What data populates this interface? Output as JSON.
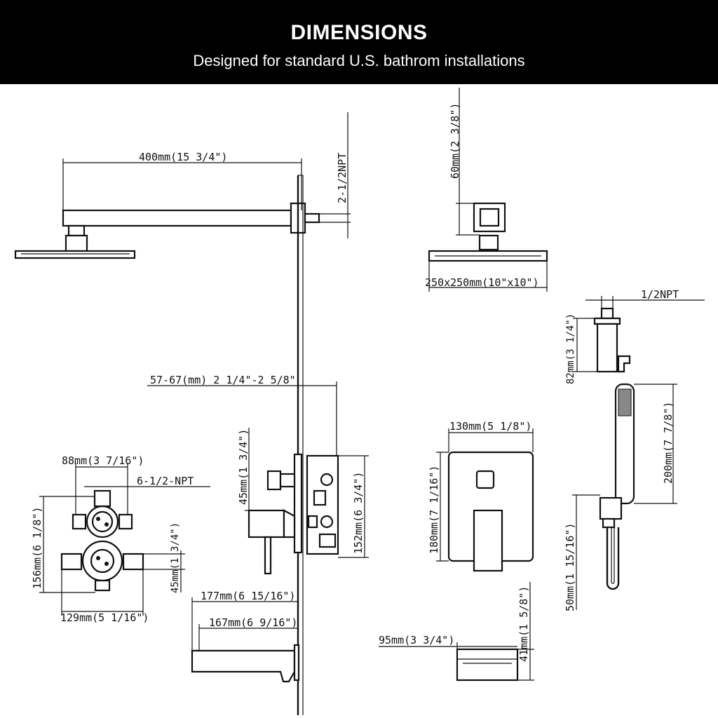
{
  "header": {
    "title": "DIMENSIONS",
    "subtitle": "Designed for  standard U.S. bathrom installations"
  },
  "dimensions": {
    "arm_length": "400mm(15 3/4\")",
    "arm_thread": "2-1/2NPT",
    "head_height": "60mm(2 3/8\")",
    "head_size": "250x250mm(10\"x10\")",
    "holder_thread": "1/2NPT",
    "holder_height": "82mm(3 1/4\")",
    "wall_depth": "57-67(mm)  2 1/4\"-2 5/8\"",
    "handle_depth": "45mm(1 3/4\")",
    "valve_body_height": "152mm(6 3/4\")",
    "trim_width": "130mm(5 1/8\")",
    "trim_height": "180mm(7 1/16\")",
    "valve_top_width": "88mm(3 7/16\")",
    "valve_npt": "6-1/2-NPT",
    "valve_height": "156mm(6 1/8\")",
    "valve_spacing": "45mm(1 3/4\")",
    "valve_width": "129mm(5 1/16\")",
    "spout_length_total": "177mm(6 15/16\")",
    "spout_length": "167mm(6 9/16\")",
    "spout_width": "95mm(3 3/4\")",
    "spout_height": "41mm(1 5/8\")",
    "handshower_length": "200mm(7 7/8\")",
    "handshower_hose_bracket": "50mm(1 15/16\")"
  }
}
